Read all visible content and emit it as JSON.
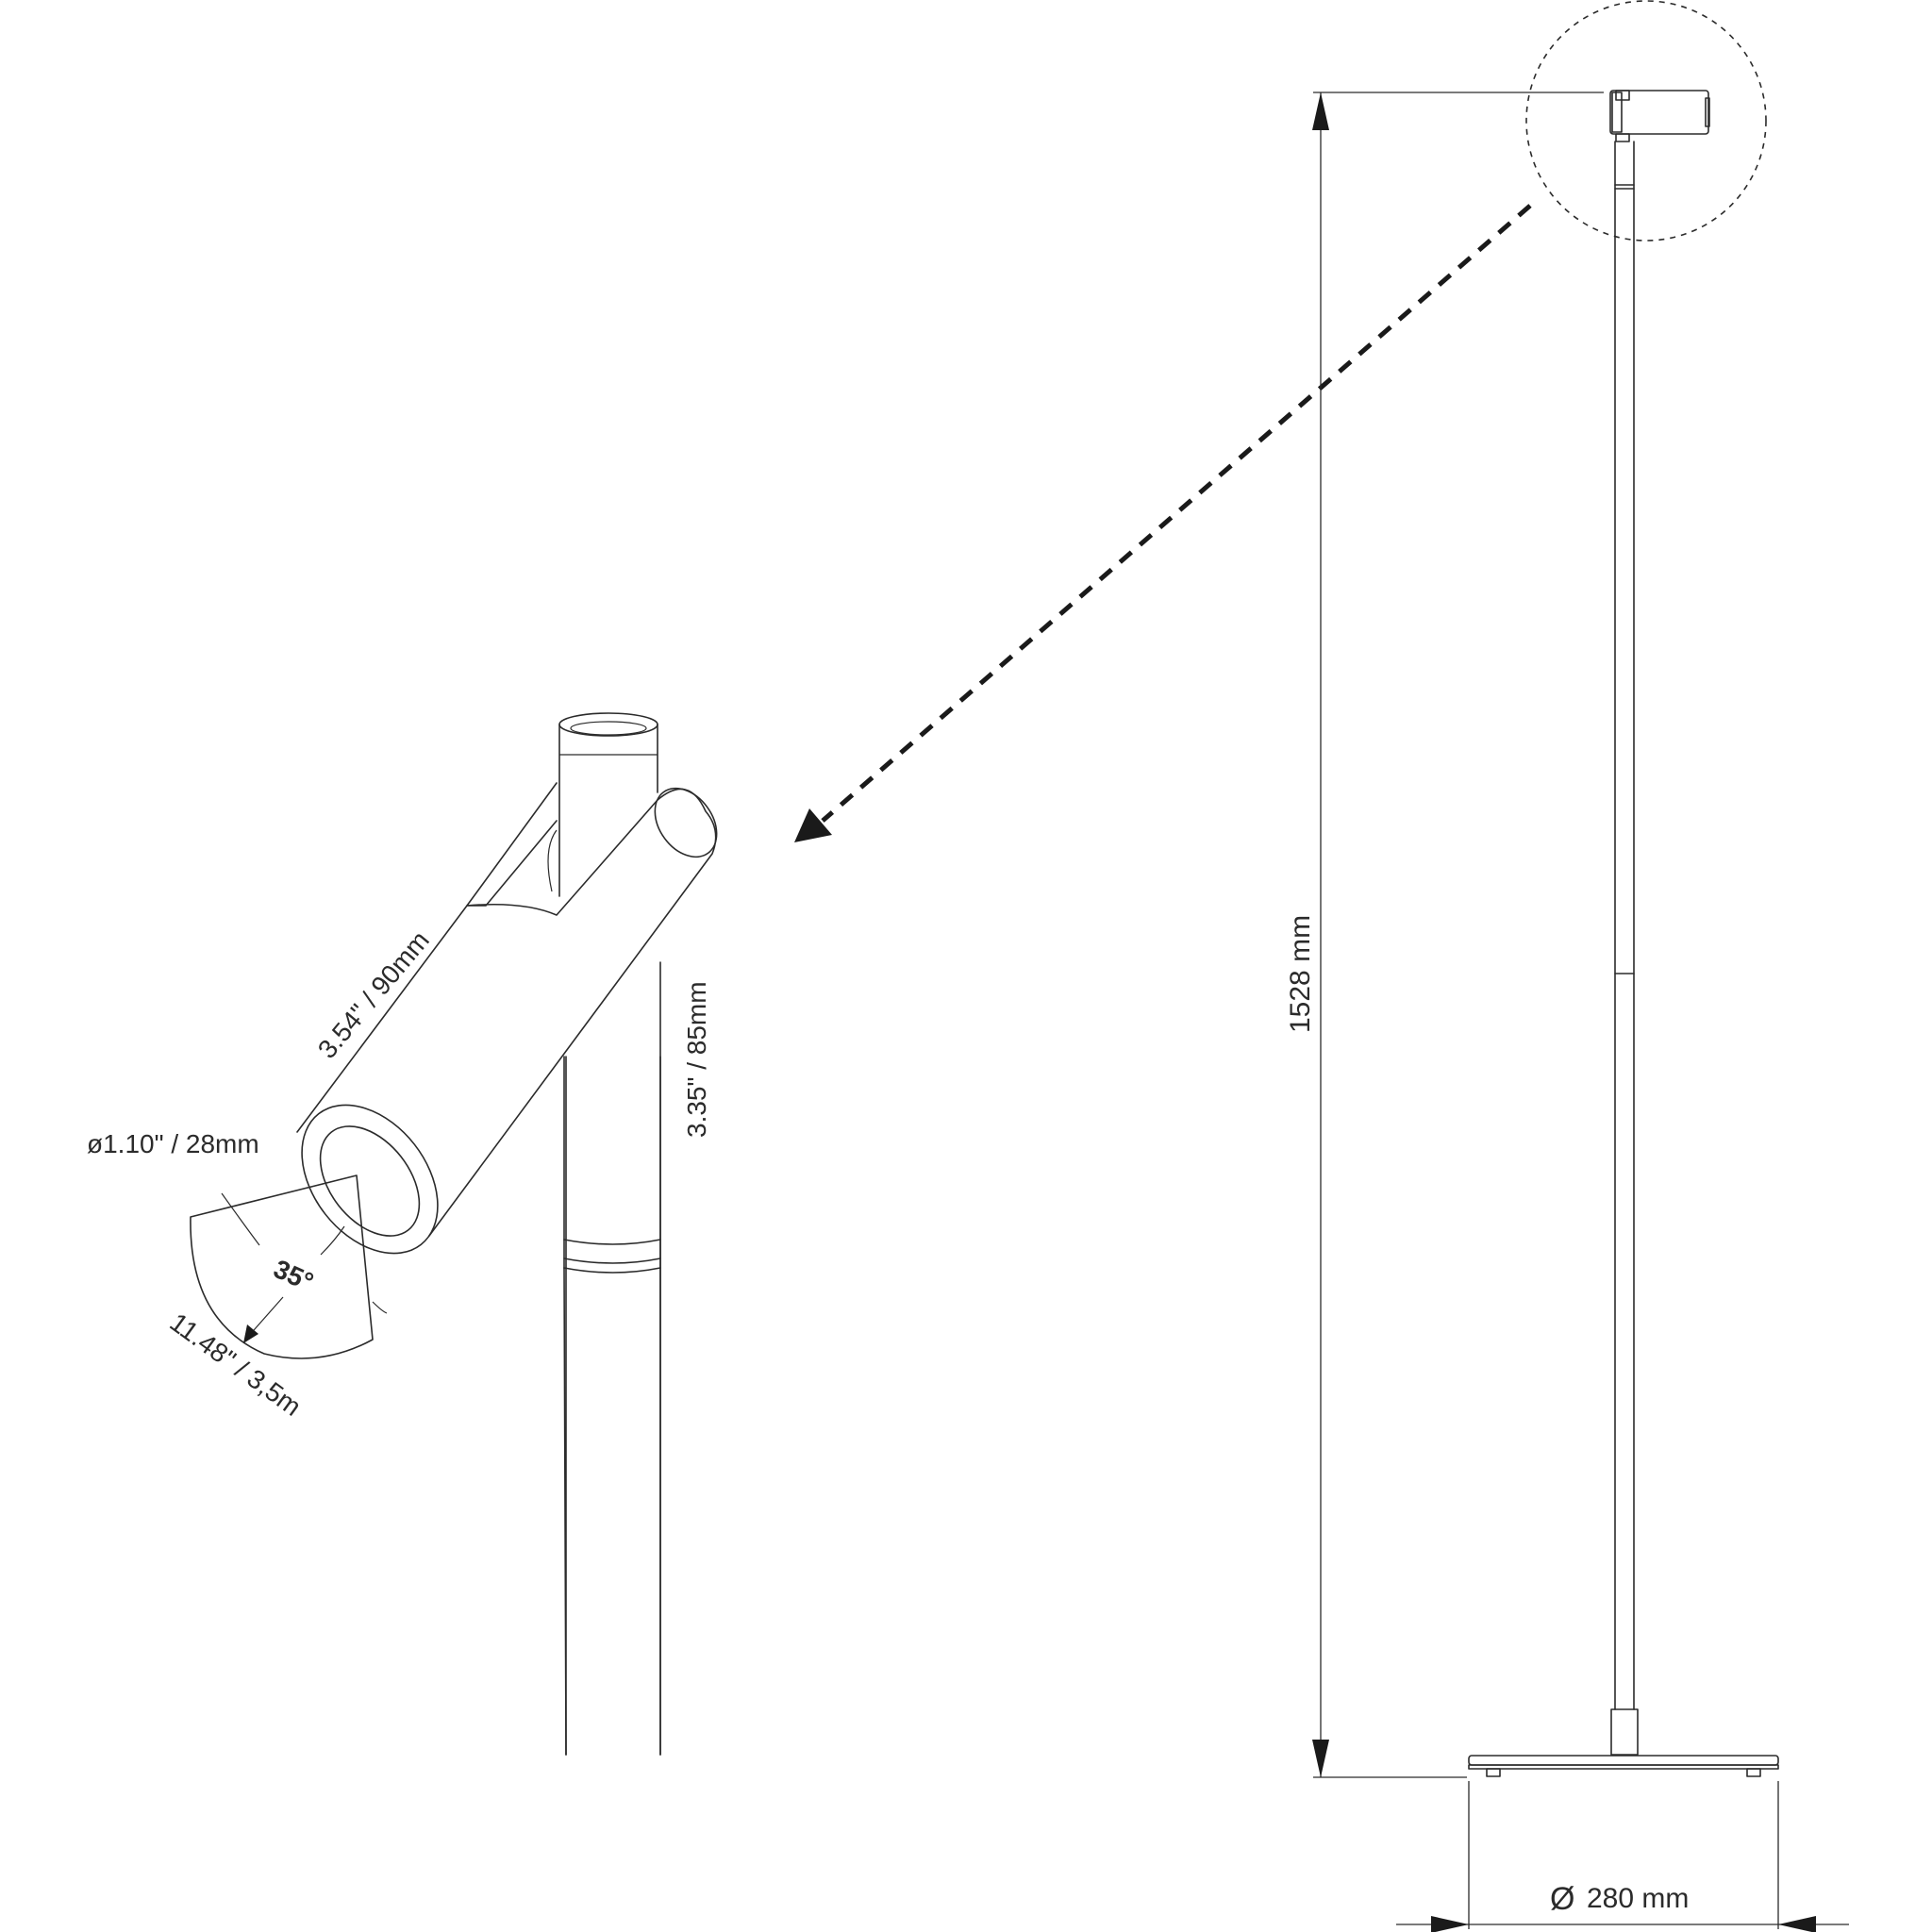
{
  "labels": {
    "arm_length": "3.54\" / 90mm",
    "head_height": "3.35\" / 85mm",
    "head_diameter": "ø1.10\" / 28mm",
    "beam_angle": "35°",
    "beam_reach": "11.48\" / 3,5m",
    "total_height": "1528 mm",
    "base_diameter": "280 mm",
    "diameter_symbol": "Ø"
  },
  "colors": {
    "line": "#2b2b2b",
    "background": "#ffffff"
  },
  "icons": {
    "callout": "dashed-callout-circle",
    "pointer": "dashed-arrow"
  }
}
